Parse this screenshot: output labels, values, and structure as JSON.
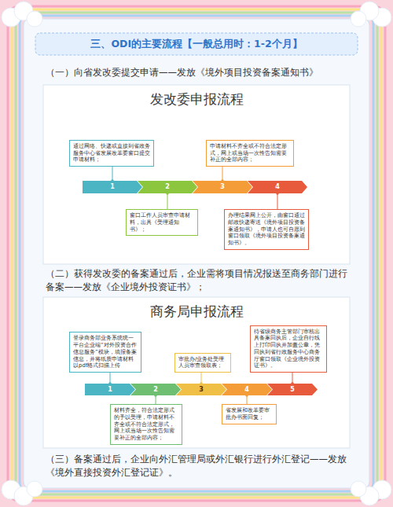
{
  "diagram": {
    "title": "三、ODI的主要流程【一般总用时：1-2个月】",
    "nodes": [
      {
        "text": [
          "通过网络、快递或直接到省政务服务中心省发展改革委窗口提交申请材料；"
        ]
      },
      {
        "text": [
          "申请材料不齐全或不符合法定形式，网上或当场一次性告知需要补正的全部内容；"
        ]
      },
      {
        "text": [
          "1"
        ]
      },
      {
        "text": [
          "2"
        ]
      },
      {
        "text": [
          "3"
        ]
      },
      {
        "text": [
          "4"
        ]
      },
      {
        "text": [
          "窗口工作人员审查申请材料，出具《受理通知书》；"
        ]
      },
      {
        "text": [
          "办理结果网上公开，由窗口通过邮政快递寄送《境外项目投资备案通知书》，申请人也可自愿到窗口领取《境外项目投资备案通知书》。"
        ]
      },
      {
        "text": [
          "登录商务部业务系统统一平台企业端“对外投资合作信息服务”模块，填报备案信息，并将纸质申请材料以pdf格式扫描上传"
        ]
      },
      {
        "text": [
          "审批办/业务处受理人员审查领取表；"
        ]
      },
      {
        "text": [
          "待省级商务主管部门审核出具备案回执后，企业自行线上打印回执并加盖公章，凭回执到省行政服务中心商务厅窗口领取《企业境外投资证书》。"
        ]
      },
      {
        "text": [
          "1"
        ]
      },
      {
        "text": [
          "2"
        ]
      },
      {
        "text": [
          "3"
        ]
      },
      {
        "text": [
          "4"
        ]
      },
      {
        "text": [
          "5"
        ]
      },
      {
        "text": [
          "材料齐全，符合法定形式的予以受理，申请材料不齐全或不符合法定形式，网上或当场一次性告知需要补正的全部内容；"
        ]
      },
      {
        "text": [
          "省发展和改革委审批办书面回复；"
        ]
      }
    ],
    "edges": [
      {
        "from": 0,
        "to": 2,
        "arrow": "none"
      },
      {
        "from": 1,
        "to": 4,
        "arrow": "none"
      },
      {
        "from": 3,
        "to": 6,
        "arrow": "none"
      },
      {
        "from": 5,
        "to": 7,
        "arrow": "none"
      },
      {
        "from": 8,
        "to": 11,
        "arrow": "none"
      },
      {
        "from": 9,
        "to": 13,
        "arrow": "none"
      },
      {
        "from": 10,
        "to": 15,
        "arrow": "none"
      },
      {
        "from": 12,
        "to": 16,
        "arrow": "none"
      },
      {
        "from": 14,
        "to": 17,
        "arrow": "none"
      }
    ],
    "labels": [
      "（一）向省发改委提交申请——发放《境外项目投资备案通知书》",
      "发改委申报流程",
      "（二）获得发改委的备案通过后，企业需将项目情况报送至商务部门进行备案——发放《企业境外投资证书》；",
      "商务局申报流程",
      "（三）备案通过后，企业向外汇管理局或外汇银行进行外汇登记——发放《境外直接投资外汇登记证》。"
    ]
  }
}
